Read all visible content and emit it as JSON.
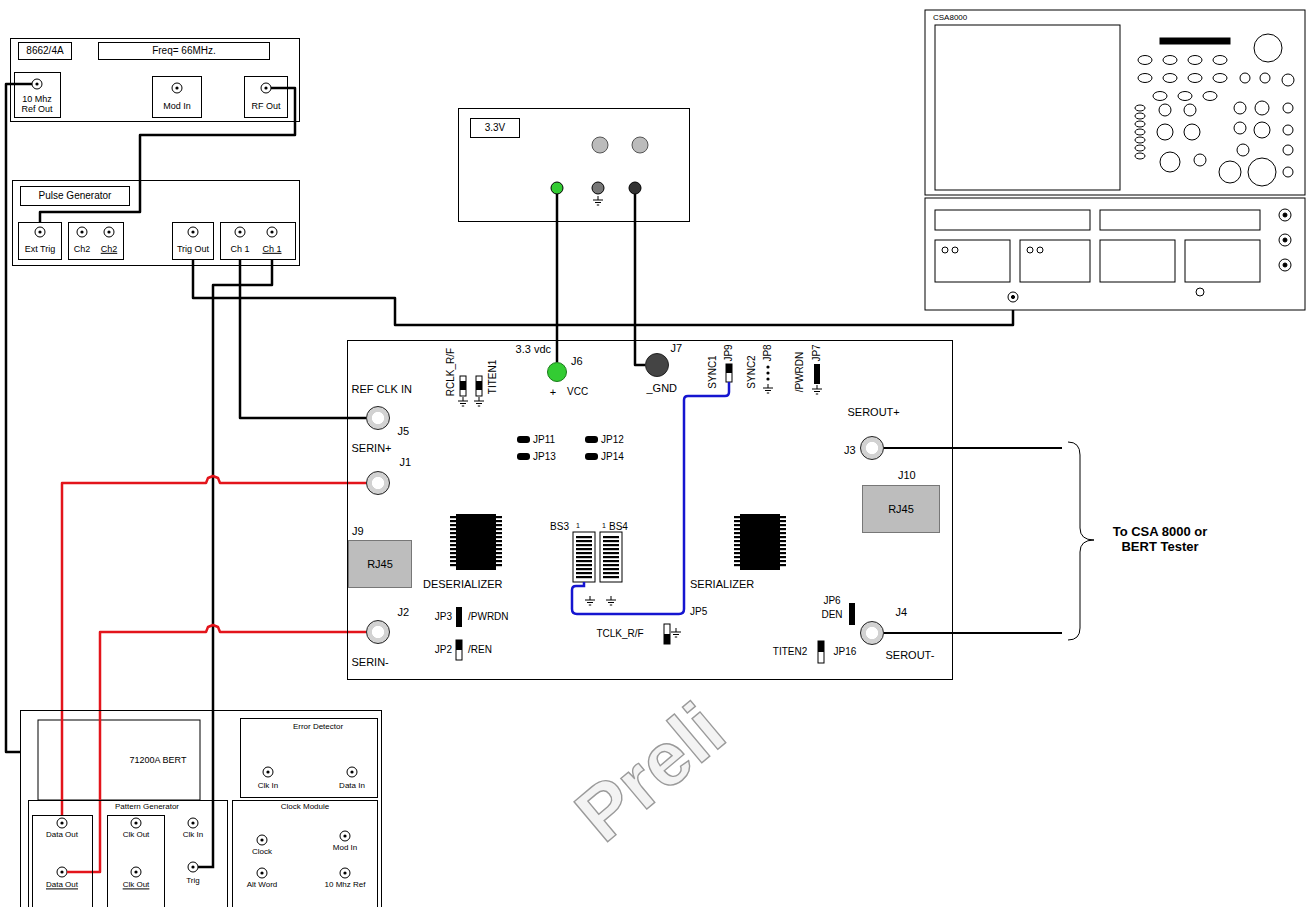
{
  "diagram": {
    "nodes": [
      {
        "text": [
          "8662/4A",
          "Freq= 66MHz."
        ]
      },
      {
        "text": [
          "10 Mhz Ref Out"
        ],
        "in": 0
      },
      {
        "text": [
          "Mod In"
        ],
        "in": 0
      },
      {
        "text": [
          "RF Out"
        ],
        "in": 0
      },
      {
        "text": [
          "Pulse Generator"
        ]
      },
      {
        "text": [
          "Ext Trig"
        ],
        "in": 4
      },
      {
        "text": [
          "Ch2",
          "Ch2"
        ],
        "in": 4
      },
      {
        "text": [
          "Trig Out"
        ],
        "in": 4
      },
      {
        "text": [
          "Ch 1",
          "Ch 1"
        ],
        "in": 4
      },
      {
        "text": [
          "3.3V"
        ]
      },
      {
        "text": [
          "CSA8000"
        ]
      },
      {
        "text": [
          "DESERIALIZER",
          "SERIALIZER"
        ]
      },
      {
        "text": [
          "3.3 vdc",
          "J6",
          "+",
          "VCC"
        ],
        "in": 11
      },
      {
        "text": [
          "J7",
          "_GND"
        ],
        "in": 11
      },
      {
        "text": [
          "REF CLK IN",
          "J5"
        ],
        "in": 11
      },
      {
        "text": [
          "SERIN+",
          "J1"
        ],
        "in": 11
      },
      {
        "text": [
          "J9",
          "RJ45"
        ],
        "in": 11
      },
      {
        "text": [
          "J2",
          "SERIN-"
        ],
        "in": 11
      },
      {
        "text": [
          "SEROUT+",
          "J3"
        ],
        "in": 11
      },
      {
        "text": [
          "J10",
          "RJ45"
        ],
        "in": 11
      },
      {
        "text": [
          "J4",
          "SEROUT-"
        ],
        "in": 11
      },
      {
        "text": [
          "71200A BERT"
        ]
      },
      {
        "text": [
          "Error Detector",
          "Clk In",
          "Data In"
        ],
        "in": 21
      },
      {
        "text": [
          "Pattern Generator",
          "Clk In",
          "Trig"
        ],
        "in": 21
      },
      {
        "text": [
          "Data Out",
          "Data Out"
        ],
        "in": 23
      },
      {
        "text": [
          "Clk Out",
          "Clk Out"
        ],
        "in": 23
      },
      {
        "text": [
          "Clock Module",
          "Clock",
          "Mod In",
          "Alt Word",
          "10 Mhz Ref"
        ],
        "in": 21
      }
    ],
    "edges": [
      {
        "from": 3,
        "to": 5,
        "arrow": "none"
      },
      {
        "from": 1,
        "to": 21,
        "arrow": "none"
      },
      {
        "from": 7,
        "to": 10,
        "arrow": "none"
      },
      {
        "from": 8,
        "to": 14,
        "arrow": "none"
      },
      {
        "from": 8,
        "to": 23,
        "arrow": "none"
      },
      {
        "from": 24,
        "to": 15,
        "arrow": "none"
      },
      {
        "from": 24,
        "to": 17,
        "arrow": "none"
      },
      {
        "from": 9,
        "to": 12,
        "arrow": "none"
      },
      {
        "from": 9,
        "to": 13,
        "arrow": "none"
      }
    ],
    "labels": [
      "RCLK_R/F",
      "TITEN1",
      "SYNC1",
      "JP9",
      "SYNC2",
      "JP8",
      "/PWRDN",
      "JP7",
      "JP11",
      "JP12",
      "JP13",
      "JP14",
      "BS3",
      "1",
      "1",
      "BS4",
      "JP3",
      "/PWRDN",
      "JP2",
      "/REN",
      "JP5",
      "TCLK_R/F",
      "JP6",
      "DEN",
      "TITEN2",
      "JP16",
      "To CSA 8000 or BERT Tester",
      "Preli"
    ]
  }
}
